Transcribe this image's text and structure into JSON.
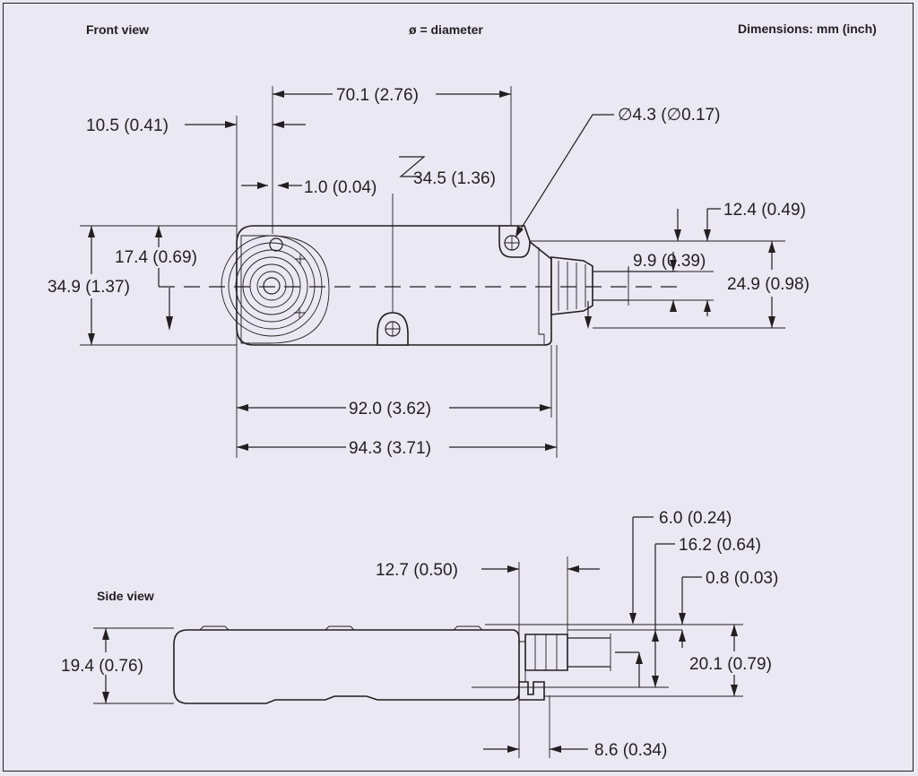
{
  "header": {
    "front_view": "Front view",
    "diameter_note": "ø = diameter",
    "units_note": "Dimensions: mm (inch)"
  },
  "side_view_title": "Side view",
  "front_dims": {
    "d_70_1": "70.1 (2.76)",
    "d_10_5": "10.5 (0.41)",
    "d_hole": "∅4.3 (∅0.17)",
    "d_1_0": "1.0 (0.04)",
    "d_34_5": "34.5 (1.36)",
    "d_12_4": "12.4 (0.49)",
    "d_17_4": "17.4 (0.69)",
    "d_9_9": "9.9 (0.39)",
    "d_34_9": "34.9 (1.37)",
    "d_24_9": "24.9 (0.98)",
    "d_92_0": "92.0 (3.62)",
    "d_94_3": "94.3 (3.71)"
  },
  "side_dims": {
    "d_6_0": "6.0 (0.24)",
    "d_16_2": "16.2 (0.64)",
    "d_12_7": "12.7 (0.50)",
    "d_0_8": "0.8 (0.03)",
    "d_19_4": "19.4 (0.76)",
    "d_20_1": "20.1 (0.79)",
    "d_8_6": "8.6 (0.34)"
  },
  "colors": {
    "background": "#e9e8f3",
    "ink": "#231f20"
  }
}
